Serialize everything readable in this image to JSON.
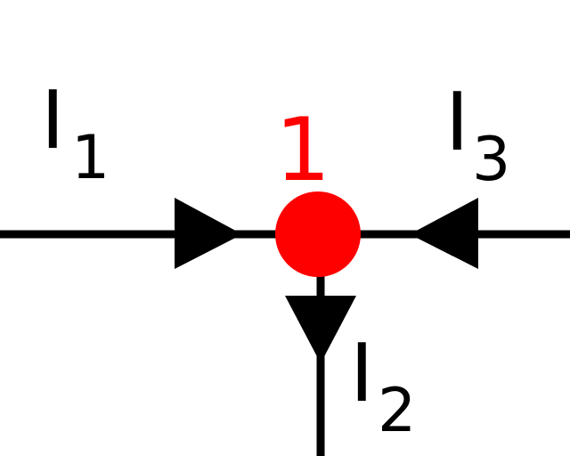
{
  "diagram": {
    "node": {
      "label": "1",
      "color": "#ff0000"
    },
    "currents": [
      {
        "id": "i1",
        "letter": "I",
        "subscript": "1",
        "direction": "into-node"
      },
      {
        "id": "i2",
        "letter": "I",
        "subscript": "2",
        "direction": "out-of-node"
      },
      {
        "id": "i3",
        "letter": "I",
        "subscript": "3",
        "direction": "into-node"
      }
    ],
    "colors": {
      "wire": "#000000",
      "arrow": "#000000",
      "text": "#000000"
    }
  }
}
